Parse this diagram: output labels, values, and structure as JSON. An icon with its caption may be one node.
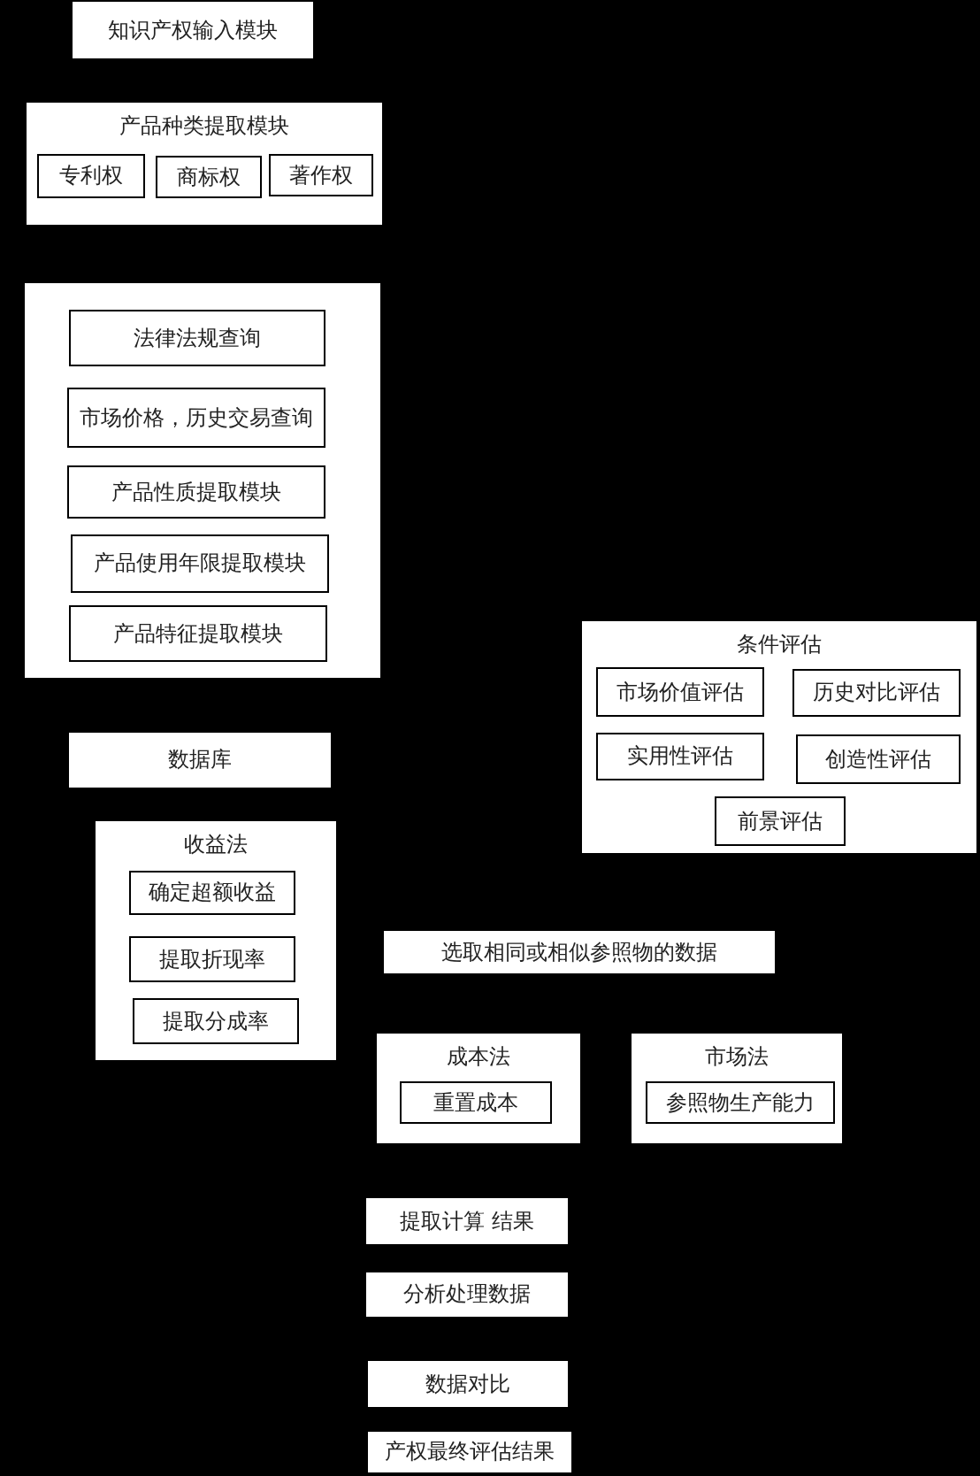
{
  "diagram": {
    "nodes": [
      {
        "text": [
          "知识产权输入模块"
        ]
      },
      {
        "text": [
          "产品种类提取模块"
        ]
      },
      {
        "text": [
          "专利权"
        ],
        "in": 1
      },
      {
        "text": [
          "商标权"
        ],
        "in": 1
      },
      {
        "text": [
          "著作权"
        ],
        "in": 1
      },
      {
        "text": [],
        "shape": "box"
      },
      {
        "text": [
          "法律法规查询"
        ],
        "in": 5
      },
      {
        "text": [
          "市场价格，历史交易查询"
        ],
        "in": 5
      },
      {
        "text": [
          "产品性质提取模块"
        ],
        "in": 5
      },
      {
        "text": [
          "产品使用年限提取模块"
        ],
        "in": 5
      },
      {
        "text": [
          "产品特征提取模块"
        ],
        "in": 5
      },
      {
        "text": [
          "条件评估"
        ]
      },
      {
        "text": [
          "市场价值评估"
        ],
        "in": 11
      },
      {
        "text": [
          "历史对比评估"
        ],
        "in": 11
      },
      {
        "text": [
          "实用性评估"
        ],
        "in": 11
      },
      {
        "text": [
          "创造性评估"
        ],
        "in": 11
      },
      {
        "text": [
          "前景评估"
        ],
        "in": 11
      },
      {
        "text": [
          "数据库"
        ]
      },
      {
        "text": [
          "收益法"
        ]
      },
      {
        "text": [
          "确定超额收益"
        ],
        "in": 18
      },
      {
        "text": [
          "提取折现率"
        ],
        "in": 18
      },
      {
        "text": [
          "提取分成率"
        ],
        "in": 18
      },
      {
        "text": [
          "选取相同或相似参照物的数据"
        ]
      },
      {
        "text": [
          "成本法"
        ]
      },
      {
        "text": [
          "重置成本"
        ],
        "in": 23
      },
      {
        "text": [
          "市场法"
        ]
      },
      {
        "text": [
          "参照物生产能力"
        ],
        "in": 25
      },
      {
        "text": [
          "提取计算 结果"
        ]
      },
      {
        "text": [
          "分析处理数据"
        ]
      },
      {
        "text": [
          "数据对比"
        ]
      },
      {
        "text": [
          "产权最终评估结果"
        ]
      }
    ]
  }
}
